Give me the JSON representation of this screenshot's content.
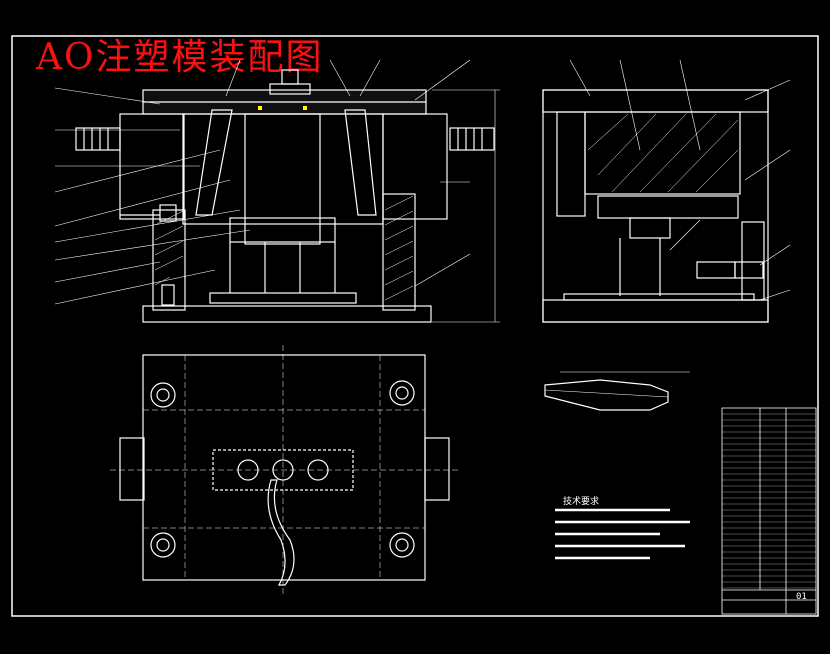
{
  "title": "AO注塑模装配图",
  "colors": {
    "background": "#000000",
    "line": "#ffffff",
    "title": "#ff1010",
    "accent": "#ffff00"
  },
  "notes": {
    "heading": "技术要求"
  },
  "title_block": {
    "sheet": "01"
  }
}
